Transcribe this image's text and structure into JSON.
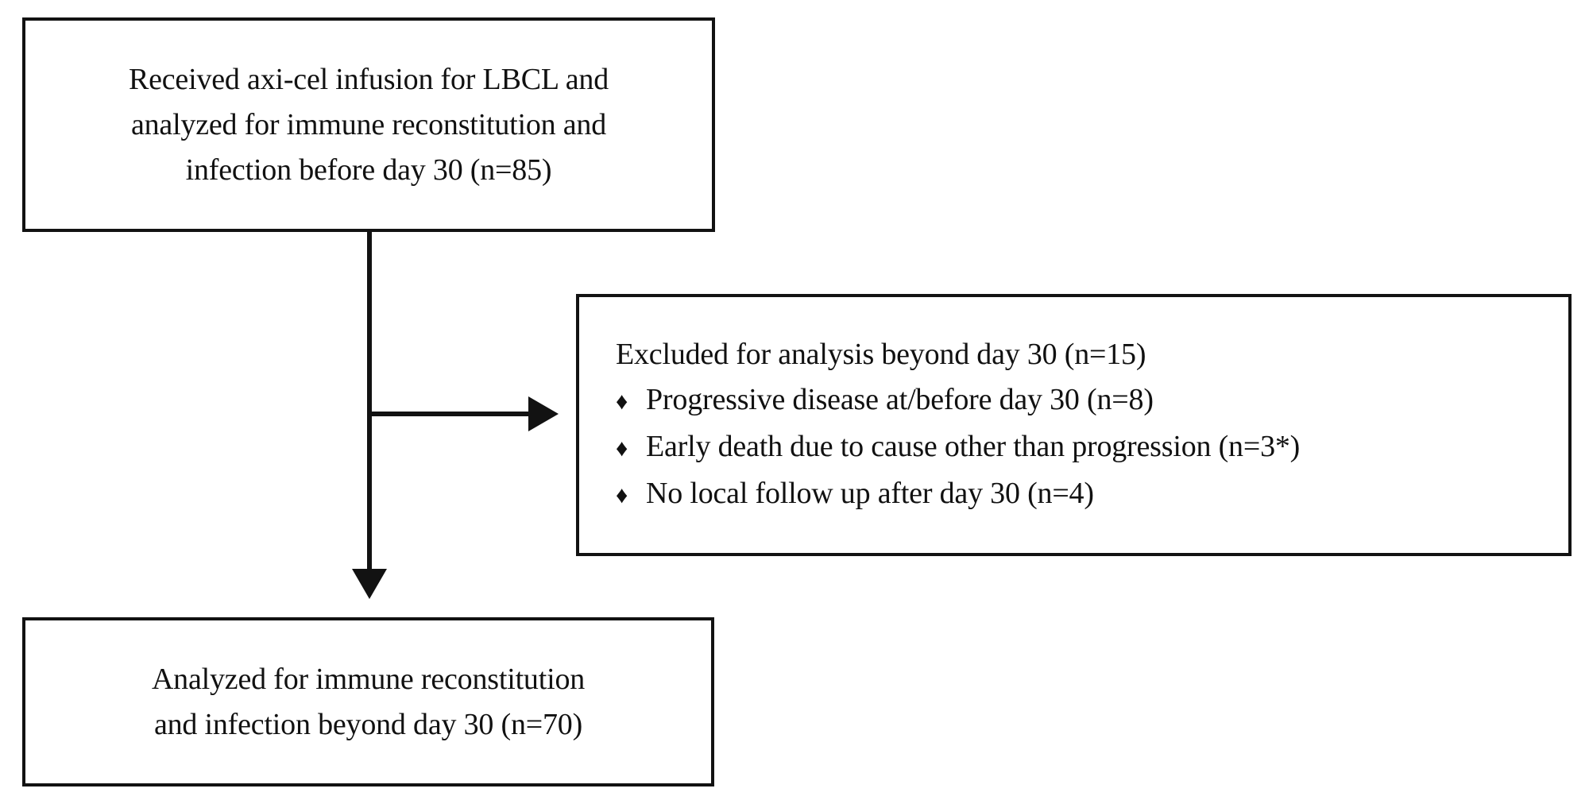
{
  "diagram": {
    "type": "flowchart",
    "title": "Patient disposition flow diagram",
    "accent_color": "#121212",
    "background_color": "#ffffff",
    "nodes": {
      "enrolled": {
        "lines": [
          "Received axi-cel infusion for LBCL and",
          "analyzed for immune reconstitution and",
          "infection before day 30 (n=85)"
        ]
      },
      "excluded": {
        "heading": "Excluded for analysis beyond day 30 (n=15)",
        "bullet_glyph": "♦",
        "bullets": [
          "Progressive disease at/before day 30 (n=8)",
          "Early death due to cause other than progression (n=3*)",
          "No local follow up after day 30 (n=4)"
        ]
      },
      "analyzed": {
        "lines": [
          "Analyzed for immune reconstitution",
          "and infection beyond day 30 (n=70)"
        ]
      }
    },
    "edges": [
      {
        "from": "enrolled",
        "to": "excluded",
        "direction": "right"
      },
      {
        "from": "enrolled",
        "to": "analyzed",
        "direction": "down"
      }
    ]
  }
}
